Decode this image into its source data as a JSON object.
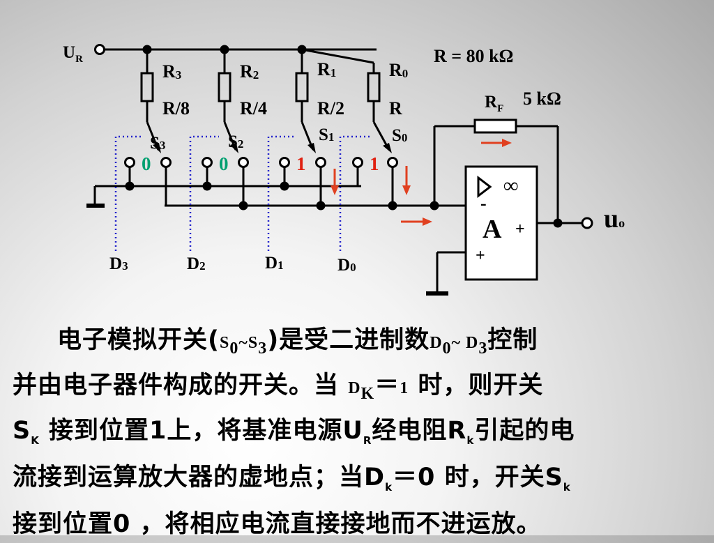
{
  "circuit": {
    "ur_label": "U",
    "ur_sub": "R",
    "r_value_label": "R = 80 kΩ",
    "rf_label": "R",
    "rf_sub": "F",
    "rf_value": "5 kΩ",
    "resistors": [
      {
        "name": "R",
        "sub": "3",
        "value": "R/8"
      },
      {
        "name": "R",
        "sub": "2",
        "value": "R/4"
      },
      {
        "name": "R",
        "sub": "1",
        "value": "R/2"
      },
      {
        "name": "R",
        "sub": "0",
        "value": "R"
      }
    ],
    "switches": [
      {
        "name": "S",
        "sub": "3",
        "state": "0"
      },
      {
        "name": "S",
        "sub": "2",
        "state": "0"
      },
      {
        "name": "S",
        "sub": "1",
        "state": "1"
      },
      {
        "name": "S",
        "sub": "0",
        "state": "1"
      }
    ],
    "digits": [
      {
        "name": "D",
        "sub": "3"
      },
      {
        "name": "D",
        "sub": "2"
      },
      {
        "name": "D",
        "sub": "1"
      },
      {
        "name": "D",
        "sub": "0"
      }
    ],
    "opamp": {
      "infinity": "∞",
      "label": "A",
      "minus": "-",
      "plus_out": "+",
      "plus_in": "+"
    },
    "output_label": "u",
    "output_sub": "o",
    "colors": {
      "state_zero": "#00a070",
      "state_one": "#e02010",
      "arrow": "#e04020",
      "dotted_line": "#2222cc"
    }
  },
  "text": {
    "l1_a": "电子模拟开关(",
    "l1_b": "S",
    "l1_b_sub": "0",
    "l1_c": "~S",
    "l1_c_sub": "3",
    "l1_d": ")是受二进制数",
    "l1_e": "D",
    "l1_e_sub": "0",
    "l1_f": "~ D",
    "l1_f_sub": "3",
    "l1_g": "控制",
    "l2_a": "并由电子器件构成的开关。当",
    "l2_b": "D",
    "l2_b_sub": "K",
    "l2_c": "＝",
    "l2_d": "1",
    "l2_e": "时，则开关",
    "l3_a": "S",
    "l3_a_sub": "K",
    "l3_b": "接到位置1上，将基准电源U",
    "l3_b_sub": "R",
    "l3_c": "经电阻R",
    "l3_c_sub": "k",
    "l3_d": "引起的电",
    "l4_a": "流接到运算放大器的虚地点；当D",
    "l4_a_sub": "k",
    "l4_b": "＝0 时，开关S",
    "l4_b_sub": "k",
    "l5": "接到位置0 ，将相应电流直接接地而不进运放。"
  }
}
